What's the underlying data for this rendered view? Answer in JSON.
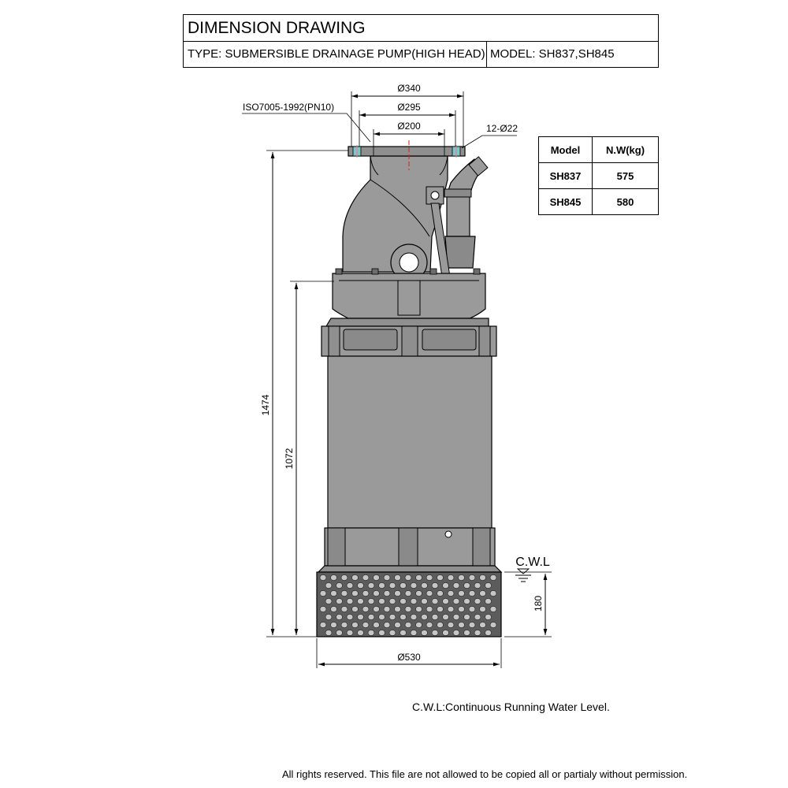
{
  "header": {
    "title": "DIMENSION DRAWING",
    "type_line": "TYPE: SUBMERSIBLE DRAINAGE PUMP(HIGH HEAD)",
    "model_line": "MODEL:  SH837,SH845"
  },
  "dimensions": {
    "d340": "Ø340",
    "d295": "Ø295",
    "d200": "Ø200",
    "standard": "ISO7005-1992(PN10)",
    "holes": "12-Ø22",
    "h1474": "1474",
    "h1072": "1072",
    "h180": "180",
    "d530": "Ø530",
    "cwl": "C.W.L"
  },
  "weight_table": {
    "headers": [
      "Model",
      "N.W(kg)"
    ],
    "rows": [
      [
        "SH837",
        "575"
      ],
      [
        "SH845",
        "580"
      ]
    ]
  },
  "notes": {
    "cwl_note": "C.W.L:Continuous Running Water Level.",
    "copyright": "All rights reserved. This file are not allowed to be copied all or partialy without permission."
  },
  "colors": {
    "body_fill": "#9a9a9a",
    "dark_fill": "#5c5c5c",
    "flange_accent": "#7fc7c7",
    "bolt_accent": "#e27a8a",
    "centerline": "#d81e1e"
  }
}
